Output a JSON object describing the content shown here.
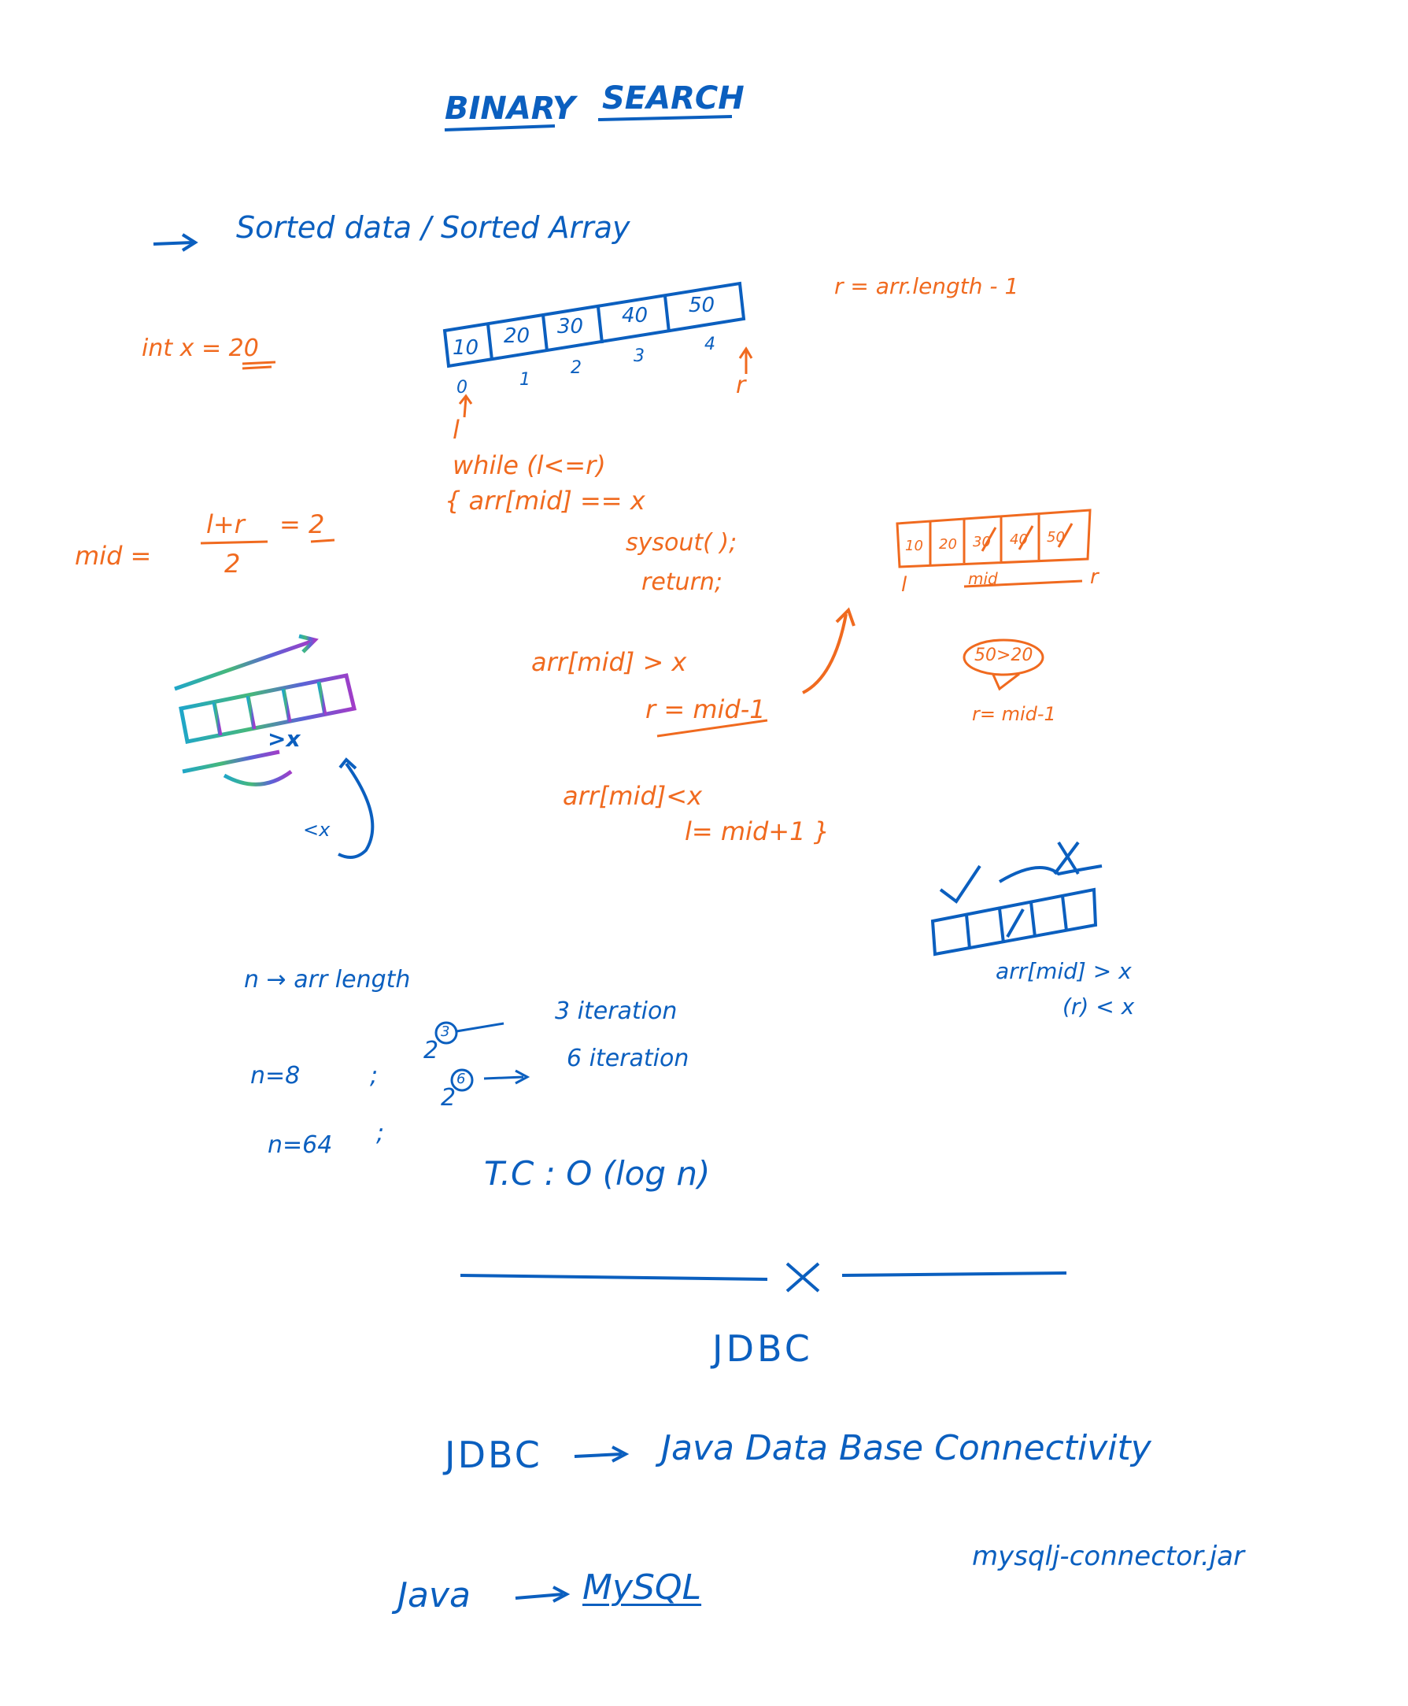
{
  "title": {
    "left": "BINARY",
    "right": "SEARCH"
  },
  "bullet": "Sorted data / Sorted Array",
  "int_x": "int x = 20",
  "r_def": "r = arr.length - 1",
  "array": {
    "values": [
      "10",
      "20",
      "30",
      "40",
      "50"
    ],
    "indices": [
      "0",
      "1",
      "2",
      "3",
      "4"
    ],
    "l_label": "l",
    "r_label": "r"
  },
  "mid_formula": {
    "lhs": "mid =",
    "num": "l+r",
    "den": "2",
    "rhs": "= 2"
  },
  "code": [
    "while (l<=r)",
    "{   arr[mid] == x",
    "sysout( );",
    "return;",
    "arr[mid] > x",
    "r = mid-1",
    "arr[mid]<x",
    "l= mid+1   }"
  ],
  "small_array": {
    "values": [
      "10",
      "20",
      "30",
      "40",
      "50"
    ],
    "labels": [
      "l",
      "mid",
      "r"
    ],
    "compare": "50>20",
    "result": "r= mid-1"
  },
  "sketch_labels": {
    "gt": ">x",
    "lt": "<x"
  },
  "bottom_right": {
    "line1": "arr[mid] > x",
    "line2": "(r) <   x"
  },
  "complexity": {
    "def": "n → arr length",
    "row1_n": "n=8",
    "row1_pow": "2",
    "row1_exp": "3",
    "row1_txt": "3 iteration",
    "row2_n": "n=64",
    "row2_pow": "2",
    "row2_exp": "6",
    "row2_txt": "6 iteration",
    "tc": "T.C :  O (log n)"
  },
  "jdbc": {
    "heading": "JDBC",
    "expansion_lhs": "JDBC",
    "expansion_rhs": "Java   Data   Base   Connectivity",
    "java": "Java",
    "mysql": "MySQL",
    "jar": "mysqlj-connector.jar"
  },
  "colors": {
    "ink_blue": "#0b5fbf",
    "ink_orange": "#f06a1f"
  }
}
